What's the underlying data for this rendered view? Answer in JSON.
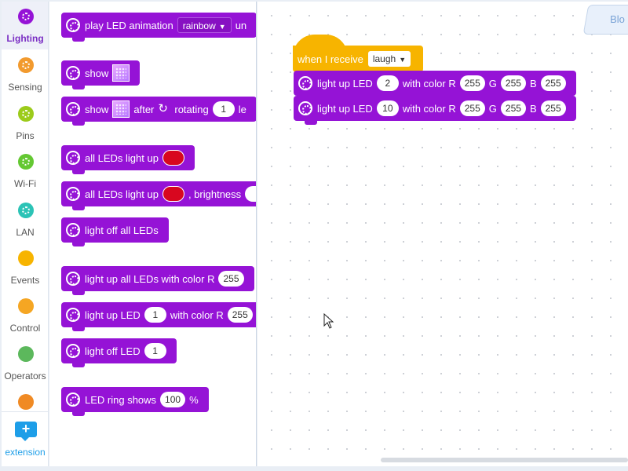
{
  "categories": [
    {
      "label": "Lighting",
      "color": "#9513d6",
      "icon": "lighting-icon",
      "active": true
    },
    {
      "label": "Sensing",
      "color": "#f29a2e",
      "icon": "sensing-icon"
    },
    {
      "label": "Pins",
      "color": "#9ccb1b",
      "icon": "pins-icon"
    },
    {
      "label": "Wi-Fi",
      "color": "#64c832",
      "icon": "wifi-icon"
    },
    {
      "label": "LAN",
      "color": "#2cc3b6",
      "icon": "lan-icon"
    },
    {
      "label": "Events",
      "color": "#f7b400",
      "icon": "events-icon"
    },
    {
      "label": "Control",
      "color": "#f5a623",
      "icon": "control-icon"
    },
    {
      "label": "Operators",
      "color": "#5cb85c",
      "icon": "operators-icon"
    }
  ],
  "extension": {
    "label": "extension"
  },
  "palette": {
    "play_animation": {
      "text": "play LED animation",
      "option": "rainbow",
      "tail": "un"
    },
    "show": {
      "text": "show"
    },
    "show_rotate": {
      "text1": "show",
      "text2": "after",
      "text3": "rotating",
      "value": "1",
      "tail": "le"
    },
    "all_light_up": {
      "text": "all LEDs light up"
    },
    "all_light_up_brightness": {
      "text1": "all LEDs light up",
      "text2": ", brightness"
    },
    "light_off_all": {
      "text": "light off all LEDs"
    },
    "all_with_color": {
      "text": "light up all LEDs with color R",
      "r": "255"
    },
    "light_led_color": {
      "text1": "light up LED",
      "led": "1",
      "text2": "with color R",
      "r": "255"
    },
    "light_off_led": {
      "text": "light off LED",
      "led": "1"
    },
    "ring_shows": {
      "text": "LED ring shows",
      "value": "100",
      "unit": "%"
    }
  },
  "script": {
    "hat": {
      "text": "when I receive",
      "message": "laugh"
    },
    "blocks": [
      {
        "text1": "light up LED",
        "led": "2",
        "text2": "with color R",
        "r": "255",
        "g_label": "G",
        "g": "255",
        "b_label": "B",
        "b": "255"
      },
      {
        "text1": "light up LED",
        "led": "10",
        "text2": "with color R",
        "r": "255",
        "g_label": "G",
        "g": "255",
        "b_label": "B",
        "b": "255"
      }
    ]
  },
  "tabs": {
    "blocks": "Blo"
  }
}
